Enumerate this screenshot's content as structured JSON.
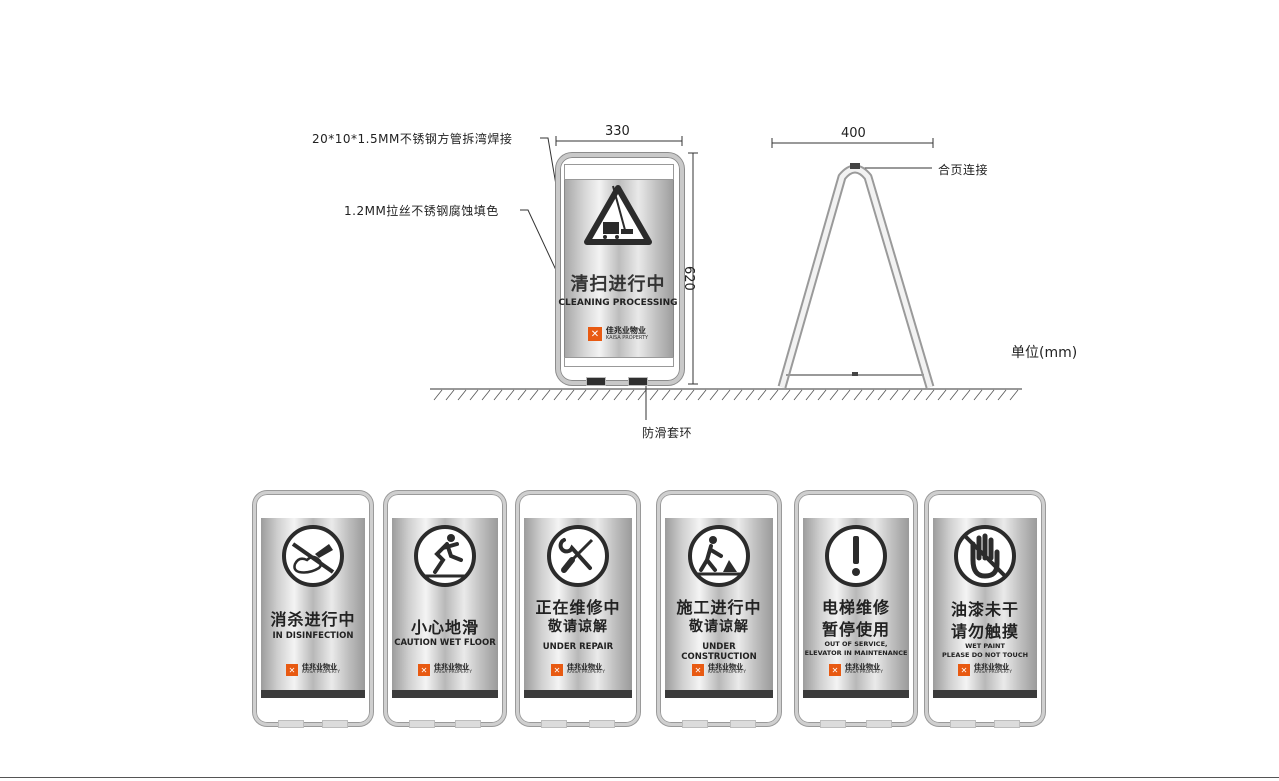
{
  "annotations": {
    "tube": "20*10*1.5MM不锈钢方管拆湾焊接",
    "plate": "1.2MM拉丝不锈钢腐蚀填色",
    "width_front": "330",
    "height": "620",
    "width_side": "400",
    "hinge": "合页连接",
    "anti_slip": "防滑套环",
    "unit": "单位(mm)"
  },
  "main_sign": {
    "icon": "cleaning-cart-warning-icon",
    "cn": "清扫进行中",
    "en": "CLEANING PROCESSING",
    "brand_cn": "佳兆业物业",
    "brand_en": "KAISA PROPERTY"
  },
  "signs": [
    {
      "icon": "spray-disinfection-icon",
      "cn1": "消杀进行中",
      "cn2": "",
      "en1": "IN  DISINFECTION",
      "en2": "",
      "brand_cn": "佳兆业物业",
      "brand_en": "KAISA PROPERTY"
    },
    {
      "icon": "slipping-person-icon",
      "cn1": "小心地滑",
      "cn2": "",
      "en1": "CAUTION WET FLOOR",
      "en2": "",
      "brand_cn": "佳兆业物业",
      "brand_en": "KAISA PROPERTY"
    },
    {
      "icon": "wrench-screwdriver-icon",
      "cn1": "正在维修中",
      "cn2": "敬请谅解",
      "en1": "UNDER REPAIR",
      "en2": "",
      "brand_cn": "佳兆业物业",
      "brand_en": "KAISA PROPERTY"
    },
    {
      "icon": "construction-worker-icon",
      "cn1": "施工进行中",
      "cn2": "敬请谅解",
      "en1": "UNDER CONSTRUCTION",
      "en2": "",
      "brand_cn": "佳兆业物业",
      "brand_en": "KAISA PROPERTY"
    },
    {
      "icon": "exclamation-icon",
      "cn1": "电梯维修",
      "cn2": "暂停使用",
      "en1": "OUT OF SERVICE,",
      "en2": "ELEVATOR IN MAINTENANCE",
      "brand_cn": "佳兆业物业",
      "brand_en": "KAISA PROPERTY"
    },
    {
      "icon": "no-touch-hand-icon",
      "cn1": "油漆未干",
      "cn2": "请勿触摸",
      "en1": "WET PAINT",
      "en2": "PLEASE DO NOT TOUCH",
      "brand_cn": "佳兆业物业",
      "brand_en": "KAISA PROPERTY"
    }
  ],
  "colors": {
    "brand_orange": "#e85a12",
    "warning_dark": "#2b2b2b",
    "frame_light": "#c9c9c9"
  }
}
